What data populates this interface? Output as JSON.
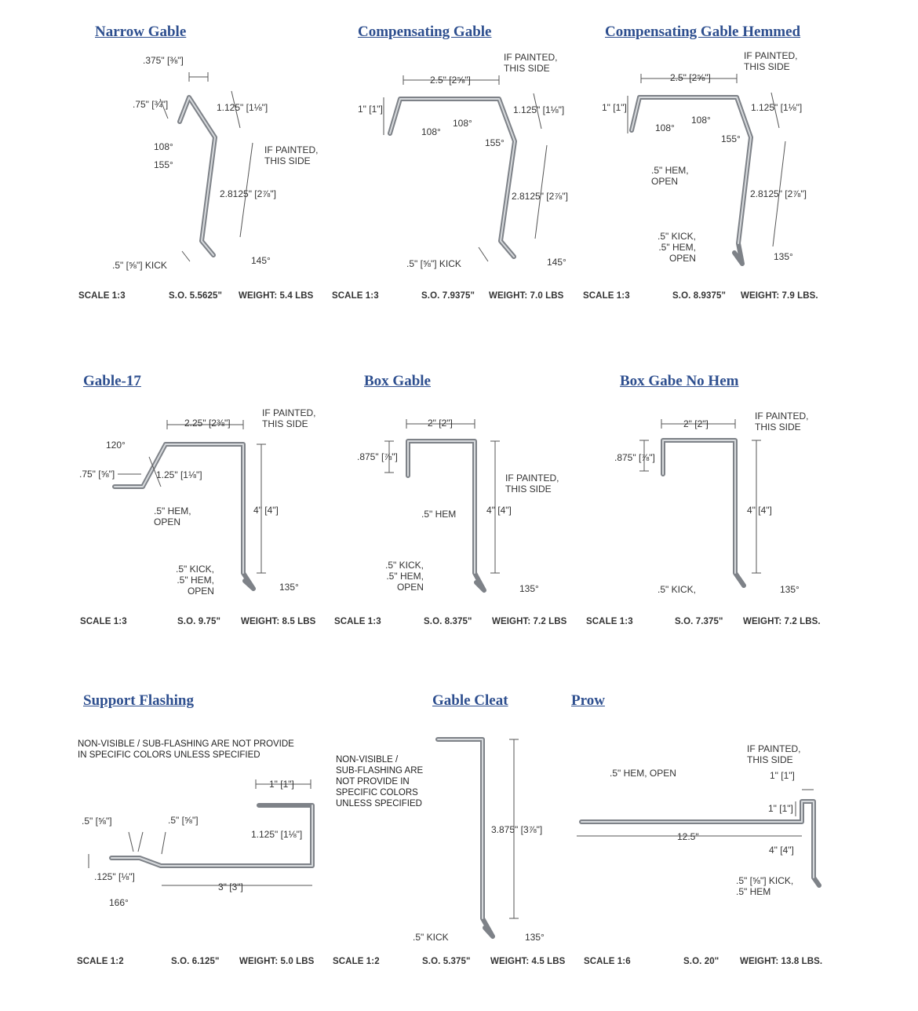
{
  "profiles": [
    {
      "title": "Narrow Gable",
      "labels": [
        ".375\" [⅜\"]",
        ".75\" [¾\"]",
        "1.125\" [1⅛\"]",
        "108°",
        "155°",
        "IF PAINTED,\nTHIS SIDE",
        "2.8125\" [2⅞\"]",
        ".5\" [⅝\"] KICK",
        "145°"
      ],
      "scale": "SCALE 1:3",
      "so": "S.O. 5.5625\"",
      "weight": "WEIGHT: 5.4 LBS"
    },
    {
      "title": "Compensating Gable",
      "labels": [
        "2.5\" [2⅝\"]",
        "IF PAINTED,\nTHIS SIDE",
        "1\" [1\"]",
        "108°",
        "108°",
        "1.125\" [1⅛\"]",
        "155°",
        "2.8125\" [2⅞\"]",
        ".5\" [⅝\"] KICK",
        "145°"
      ],
      "scale": "SCALE 1:3",
      "so": "S.O. 7.9375\"",
      "weight": "WEIGHT: 7.0 LBS"
    },
    {
      "title": "Compensating Gable Hemmed",
      "labels": [
        "2.5\" [2⅝\"]",
        "IF PAINTED,\nTHIS SIDE",
        "1\" [1\"]",
        "108°",
        "108°",
        "1.125\" [1⅛\"]",
        "155°",
        ".5\" HEM,\nOPEN",
        "2.8125\" [2⅞\"]",
        ".5\" KICK,\n.5\" HEM,\nOPEN",
        "135°"
      ],
      "scale": "SCALE 1:3",
      "so": "S.O. 8.9375\"",
      "weight": "WEIGHT: 7.9 LBS."
    },
    {
      "title": "Gable-17",
      "labels": [
        "2.25\" [2⅜\"]",
        "IF PAINTED,\nTHIS SIDE",
        "120°",
        ".75\" [⅝\"]",
        "1.25\" [1⅛\"]",
        ".5\" HEM,\nOPEN",
        "4\" [4\"]",
        ".5\" KICK,\n.5\" HEM,\nOPEN",
        "135°"
      ],
      "scale": "SCALE 1:3",
      "so": "S.O. 9.75\"",
      "weight": "WEIGHT: 8.5 LBS"
    },
    {
      "title": "Box Gable",
      "labels": [
        "2\" [2\"]",
        ".875\" [⅞\"]",
        "IF PAINTED,\nTHIS SIDE",
        ".5\" HEM",
        "4\" [4\"]",
        ".5\" KICK,\n.5\" HEM,\nOPEN",
        "135°"
      ],
      "scale": "SCALE 1:3",
      "so": "S.O. 8.375\"",
      "weight": "WEIGHT: 7.2 LBS"
    },
    {
      "title": "Box Gabe No Hem",
      "labels": [
        "2\" [2\"]",
        "IF PAINTED,\nTHIS SIDE",
        ".875\" [⅞\"]",
        "4\" [4\"]",
        ".5\" KICK,",
        "135°"
      ],
      "scale": "SCALE 1:3",
      "so": "S.O. 7.375\"",
      "weight": "WEIGHT: 7.2 LBS."
    },
    {
      "title": "Support Flashing",
      "labels": [
        "NON-VISIBLE / SUB-FLASHING ARE NOT PROVIDE\nIN SPECIFIC COLORS UNLESS SPECIFIED",
        "1\" [1\"]",
        ".5\" [⅝\"]",
        ".5\" [⅝\"]",
        "1.125\" [1⅛\"]",
        ".125\" [⅛\"]",
        "3\" [3\"]",
        "166°"
      ],
      "scale": "SCALE 1:2",
      "so": "S.O. 6.125\"",
      "weight": "WEIGHT: 5.0 LBS"
    },
    {
      "title": "Gable Cleat",
      "labels": [
        "NON-VISIBLE /\nSUB-FLASHING ARE\nNOT PROVIDE IN\nSPECIFIC COLORS\nUNLESS SPECIFIED",
        "3.875\" [3⅞\"]",
        ".5\" KICK",
        "135°"
      ],
      "scale": "SCALE 1:2",
      "so": "S.O. 5.375\"",
      "weight": "WEIGHT: 4.5 LBS"
    },
    {
      "title": "Prow",
      "labels": [
        "IF PAINTED,\nTHIS SIDE",
        ".5\" HEM, OPEN",
        "1\" [1\"]",
        "1\" [1\"]",
        "12.5\"",
        "4\" [4\"]",
        ".5\" [⅝\"] KICK,\n.5\" HEM"
      ],
      "scale": "SCALE 1:6",
      "so": "S.O. 20\"",
      "weight": "WEIGHT: 13.8 LBS."
    }
  ]
}
